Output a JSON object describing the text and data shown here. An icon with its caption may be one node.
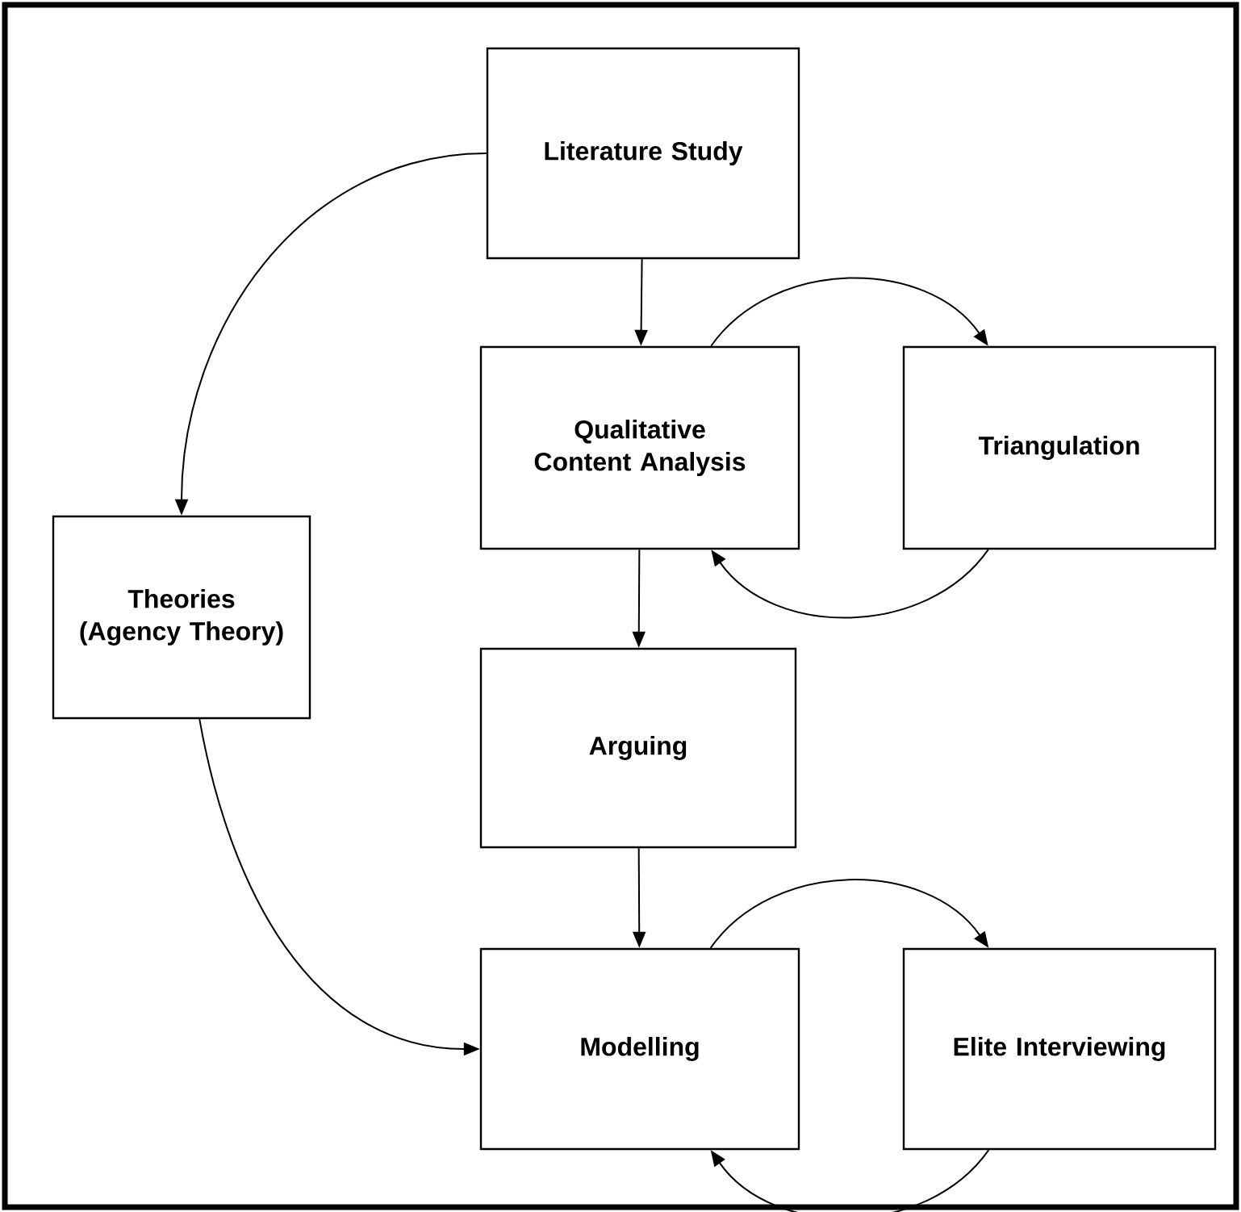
{
  "diagram": {
    "nodes": [
      {
        "text": [
          "Literature Study"
        ]
      },
      {
        "text": [
          "Qualitative Content Analysis"
        ]
      },
      {
        "text": [
          "Triangulation"
        ]
      },
      {
        "text": [
          "Theories (Agency Theory)"
        ]
      },
      {
        "text": [
          "Arguing"
        ]
      },
      {
        "text": [
          "Modelling"
        ]
      },
      {
        "text": [
          "Elite Interviewing"
        ]
      }
    ],
    "edges": [
      {
        "from": 0,
        "to": 1,
        "arrow": "to"
      },
      {
        "from": 1,
        "to": 2,
        "arrow": "to"
      },
      {
        "from": 2,
        "to": 1,
        "arrow": "to"
      },
      {
        "from": 0,
        "to": 3,
        "arrow": "to"
      },
      {
        "from": 1,
        "to": 4,
        "arrow": "to"
      },
      {
        "from": 4,
        "to": 5,
        "arrow": "to"
      },
      {
        "from": 3,
        "to": 5,
        "arrow": "to"
      },
      {
        "from": 5,
        "to": 6,
        "arrow": "to"
      },
      {
        "from": 6,
        "to": 5,
        "arrow": "to"
      }
    ]
  }
}
